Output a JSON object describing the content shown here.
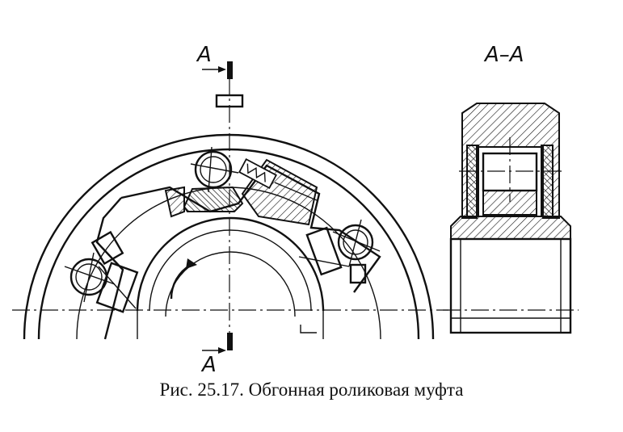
{
  "figure": {
    "section_label_top": "А",
    "section_label_bottom": "А",
    "section_view_title": "А–А",
    "caption": "Рис. 25.17. Обгонная роликовая муфта"
  }
}
